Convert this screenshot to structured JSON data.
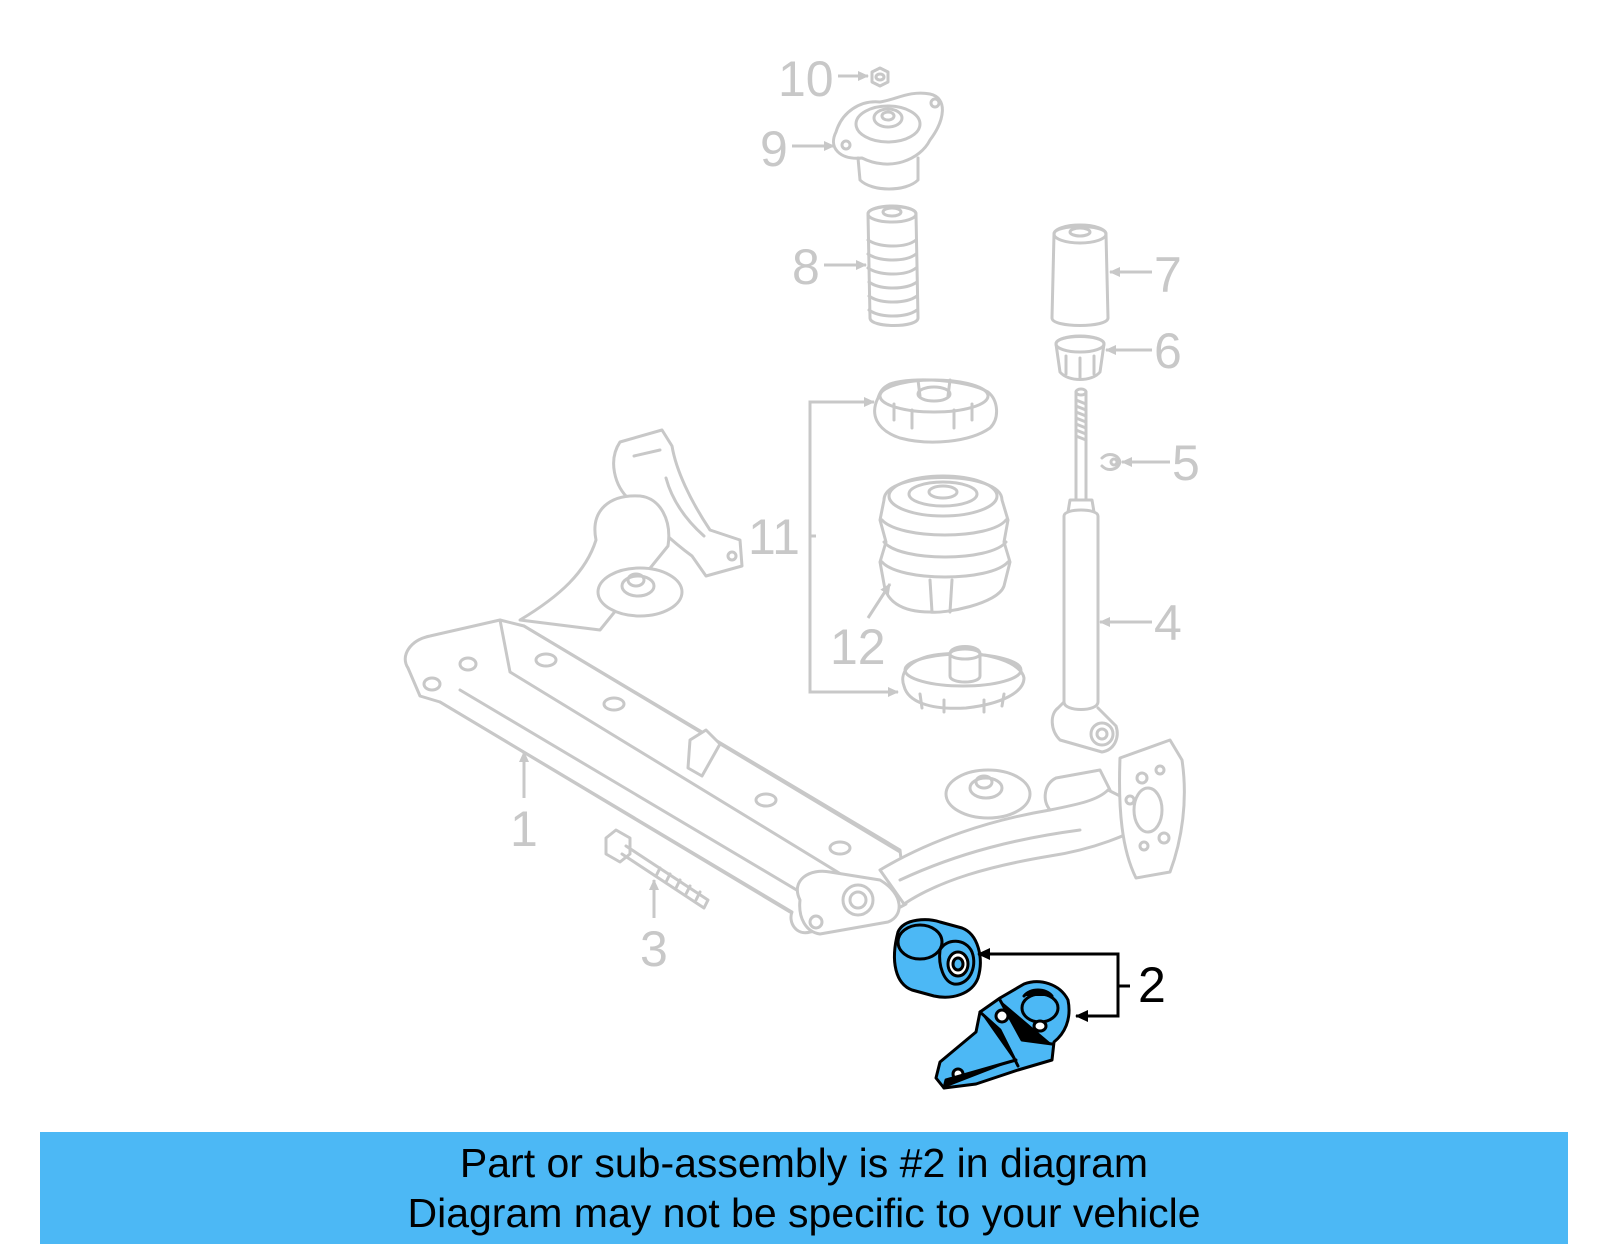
{
  "diagram": {
    "colors": {
      "ghost": "#c8c8c8",
      "highlight_stroke": "#000000",
      "highlight_fill": "#4cb8f5"
    },
    "callouts": [
      {
        "id": "1",
        "label": "1",
        "highlighted": false
      },
      {
        "id": "2",
        "label": "2",
        "highlighted": true
      },
      {
        "id": "3",
        "label": "3",
        "highlighted": false
      },
      {
        "id": "4",
        "label": "4",
        "highlighted": false
      },
      {
        "id": "5",
        "label": "5",
        "highlighted": false
      },
      {
        "id": "6",
        "label": "6",
        "highlighted": false
      },
      {
        "id": "7",
        "label": "7",
        "highlighted": false
      },
      {
        "id": "8",
        "label": "8",
        "highlighted": false
      },
      {
        "id": "9",
        "label": "9",
        "highlighted": false
      },
      {
        "id": "10",
        "label": "10",
        "highlighted": false
      },
      {
        "id": "11",
        "label": "11",
        "highlighted": false
      },
      {
        "id": "12",
        "label": "12",
        "highlighted": false
      }
    ]
  },
  "banner": {
    "background": "#4cb8f5",
    "line1": "Part or sub-assembly is #2 in diagram",
    "line2": "Diagram may not be specific to your vehicle"
  }
}
